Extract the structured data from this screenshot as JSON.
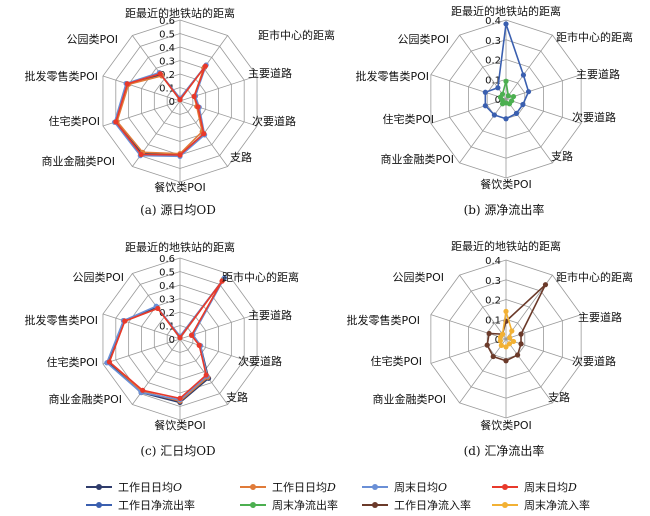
{
  "categories": [
    "距最近的地铁站的距离",
    "距市中心的距离",
    "主要道路",
    "次要道路",
    "支路",
    "餐饮类POI",
    "商业金融类POI",
    "住宅类POI",
    "批发零售类POI",
    "公园类POI"
  ],
  "legend": [
    {
      "prefix": "工作日日均",
      "var": "O",
      "color": "#2F3C6B"
    },
    {
      "prefix": "工作日日均",
      "var": "D",
      "color": "#E07B39"
    },
    {
      "prefix": "周末日均",
      "var": "O",
      "color": "#6A8FD6"
    },
    {
      "prefix": "周末日均",
      "var": "D",
      "color": "#E8392B"
    },
    {
      "prefix": "工作日净流出率",
      "var": "",
      "color": "#3A5FAF"
    },
    {
      "prefix": "周末净流出率",
      "var": "",
      "color": "#4CAF50"
    },
    {
      "prefix": "工作日净流入率",
      "var": "",
      "color": "#6B3A2A"
    },
    {
      "prefix": "周末净流入率",
      "var": "",
      "color": "#F2B134"
    }
  ],
  "chart_data": [
    {
      "type": "radar",
      "caption": "(a) 源日均OD",
      "rmax": 0.6,
      "ticks": [
        "0",
        "0.1",
        "0.2",
        "0.3",
        "0.4",
        "0.5",
        "0.6"
      ],
      "series": [
        {
          "name": "工作日日均O",
          "color": "#2F3C6B",
          "values": [
            0.02,
            0.31,
            0.12,
            0.14,
            0.3,
            0.4,
            0.48,
            0.5,
            0.41,
            0.24
          ]
        },
        {
          "name": "工作日日均D",
          "color": "#E07B39",
          "values": [
            0.01,
            0.3,
            0.11,
            0.13,
            0.28,
            0.39,
            0.47,
            0.49,
            0.4,
            0.23
          ]
        },
        {
          "name": "周末日均O",
          "color": "#6A8FD6",
          "values": [
            0.02,
            0.33,
            0.12,
            0.15,
            0.31,
            0.41,
            0.5,
            0.51,
            0.42,
            0.26
          ]
        },
        {
          "name": "周末日均D",
          "color": "#E8392B",
          "values": [
            0.01,
            0.32,
            0.11,
            0.14,
            0.3,
            0.4,
            0.49,
            0.5,
            0.41,
            0.25
          ]
        }
      ]
    },
    {
      "type": "radar",
      "caption": "(b) 源净流出率",
      "rmax": 0.4,
      "ticks": [
        "0",
        "0.1",
        "0.2",
        "0.3",
        "0.4"
      ],
      "series": [
        {
          "name": "工作日净流出率",
          "color": "#3A5FAF",
          "values": [
            0.38,
            0.15,
            0.12,
            0.09,
            0.09,
            0.1,
            0.1,
            0.11,
            0.11,
            0.07
          ]
        },
        {
          "name": "周末净流出率",
          "color": "#4CAF50",
          "values": [
            0.09,
            0.02,
            0.04,
            0.03,
            0.03,
            0.02,
            0.03,
            0.02,
            0.03,
            0.03
          ]
        }
      ]
    },
    {
      "type": "radar",
      "caption": "(c) 汇日均OD",
      "rmax": 0.6,
      "ticks": [
        "0",
        "0.1",
        "0.2",
        "0.3",
        "0.4",
        "0.5",
        "0.6"
      ],
      "series": [
        {
          "name": "工作日日均O",
          "color": "#2F3C6B",
          "values": [
            0.02,
            0.55,
            0.1,
            0.16,
            0.36,
            0.47,
            0.49,
            0.56,
            0.44,
            0.29
          ]
        },
        {
          "name": "工作日日均D",
          "color": "#E07B39",
          "values": [
            0.01,
            0.54,
            0.09,
            0.15,
            0.35,
            0.46,
            0.48,
            0.55,
            0.43,
            0.28
          ]
        },
        {
          "name": "周末日均O",
          "color": "#6A8FD6",
          "values": [
            0.02,
            0.56,
            0.1,
            0.16,
            0.34,
            0.45,
            0.49,
            0.57,
            0.44,
            0.3
          ]
        },
        {
          "name": "周末日均D",
          "color": "#E8392B",
          "values": [
            0.01,
            0.53,
            0.09,
            0.15,
            0.33,
            0.44,
            0.47,
            0.55,
            0.43,
            0.28
          ]
        }
      ]
    },
    {
      "type": "radar",
      "caption": "(d) 汇净流出率",
      "rmax": 0.4,
      "ticks": [
        "0",
        "0.1",
        "0.2",
        "0.3",
        "0.4"
      ],
      "series": [
        {
          "name": "工作日净流入率",
          "color": "#6B3A2A",
          "values": [
            0.09,
            0.34,
            0.08,
            0.08,
            0.1,
            0.11,
            0.11,
            0.1,
            0.09,
            0.03
          ]
        },
        {
          "name": "周末净流入率",
          "color": "#F2B134",
          "values": [
            0.14,
            0.05,
            0.02,
            0.04,
            0.03,
            0.04,
            0.04,
            0.03,
            0.03,
            0.03
          ]
        }
      ]
    }
  ]
}
